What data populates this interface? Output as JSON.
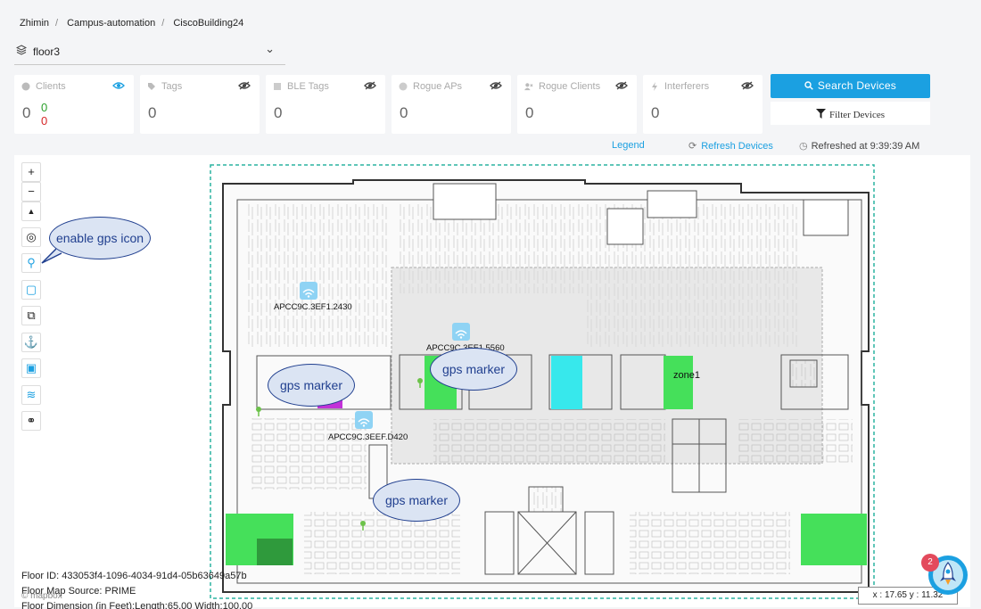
{
  "breadcrumb": [
    "Zhimin",
    "Campus-automation",
    "CiscoBuilding24"
  ],
  "floor_select": {
    "value": "floor3"
  },
  "cards": {
    "clients": {
      "label": "Clients",
      "value": "0",
      "sub_green": "0",
      "sub_red": "0"
    },
    "tags": {
      "label": "Tags",
      "value": "0"
    },
    "ble_tags": {
      "label": "BLE Tags",
      "value": "0"
    },
    "rogue_aps": {
      "label": "Rogue APs",
      "value": "0"
    },
    "rogue_clients": {
      "label": "Rogue Clients",
      "value": "0"
    },
    "interferers": {
      "label": "Interferers",
      "value": "0"
    }
  },
  "actions": {
    "search": "Search Devices",
    "filter": "Filter Devices"
  },
  "toolbar": {
    "legend": "Legend",
    "refresh": "Refresh Devices",
    "refreshed": "Refreshed at 9:39:39 AM"
  },
  "map_tools": [
    {
      "name": "zoom-in",
      "glyph": "+"
    },
    {
      "name": "zoom-out",
      "glyph": "−"
    },
    {
      "name": "reset-north",
      "glyph": "▲"
    },
    {
      "name": "target",
      "glyph": "◎"
    },
    {
      "name": "gps-marker",
      "glyph": "⚲"
    },
    {
      "name": "draw-rect",
      "glyph": "▢"
    },
    {
      "name": "copy",
      "glyph": "⧉"
    },
    {
      "name": "anchor",
      "glyph": "⚓"
    },
    {
      "name": "zone",
      "glyph": "▣"
    },
    {
      "name": "wifi",
      "glyph": "≋"
    },
    {
      "name": "link",
      "glyph": "⚭"
    }
  ],
  "annotations": {
    "enable_gps": "enable gps icon",
    "gps_marker_1": "gps marker",
    "gps_marker_2": "gps marker",
    "gps_marker_3": "gps marker"
  },
  "access_points": [
    {
      "label": "APCC9C.3EF1.2430"
    },
    {
      "label": "APCC9C.3EF1.5560"
    },
    {
      "label": "APCC9C.3EEF.D420"
    }
  ],
  "zone_label": "zone1",
  "floor_info": {
    "id": "Floor ID: 433053f4-1096-4034-91d4-05b63649a57b",
    "source": "Floor Map Source: PRIME",
    "dimension": "Floor Dimension (in Feet):Length:65.00 Width:100.00"
  },
  "coords": "x : 17.65   y : 11.32",
  "mapbox": "© mapbox",
  "notification_count": "2",
  "colors": {
    "accent": "#1ba0e1",
    "zone_green": "#45e05a",
    "zone_cyan": "#37e8ec",
    "zone_magenta": "#c232d8",
    "annotation": "#203f8f"
  }
}
